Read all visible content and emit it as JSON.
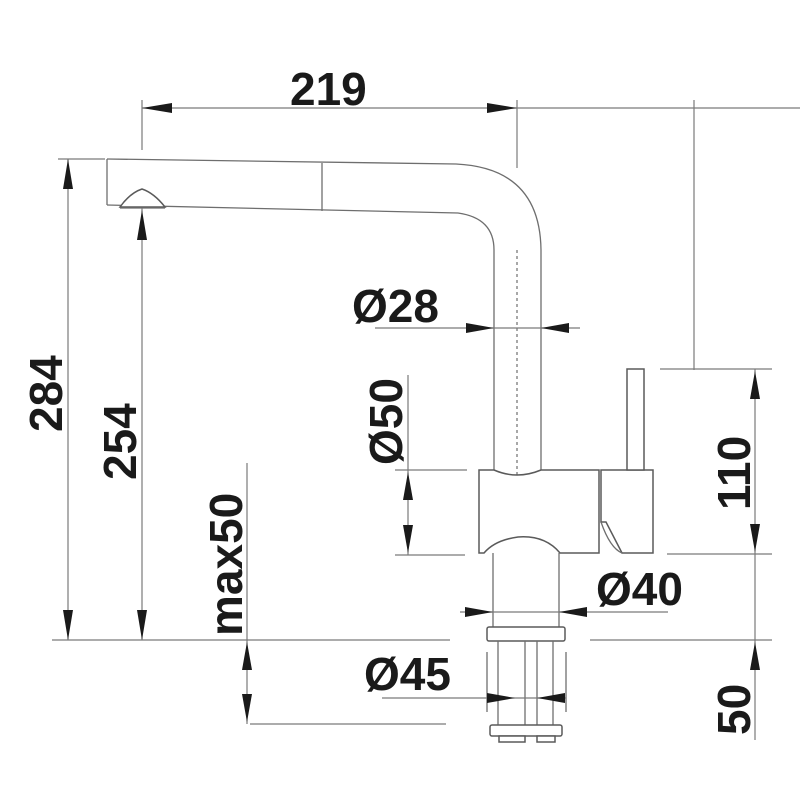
{
  "drawing": {
    "subject": "Kitchen faucet dimension drawing",
    "units": "mm",
    "dimensions": {
      "overall_reach": "219",
      "overall_height": "284",
      "spout_outlet_height": "254",
      "max_counter_thickness": "max50",
      "spout_column_diameter": "Ø28",
      "body_height_diameter": "Ø50",
      "base_diameter": "Ø40",
      "mounting_hole_diameter": "Ø45",
      "lever_height": "110",
      "mounting_shank_length": "50"
    },
    "colors": {
      "line": "#6e6e6e",
      "text": "#1a1a1a",
      "background": "#ffffff"
    }
  }
}
